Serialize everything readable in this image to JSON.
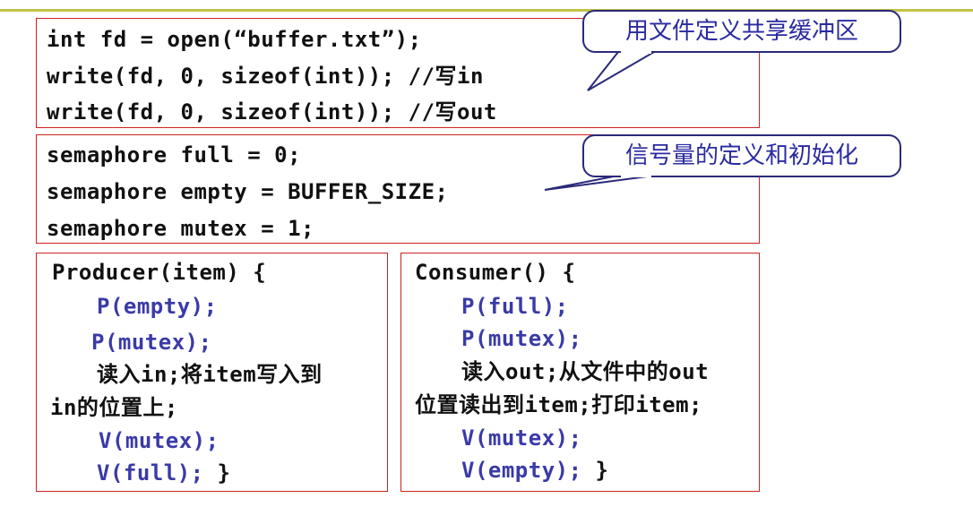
{
  "block1": {
    "lines": [
      "int fd = open(“buffer.txt”);",
      "write(fd, 0, sizeof(int)); //写in",
      "write(fd, 0, sizeof(int)); //写out"
    ]
  },
  "callout1": "用文件定义共享缓冲区",
  "block2": {
    "lines": [
      "semaphore full = 0;",
      "semaphore empty = BUFFER_SIZE;",
      "semaphore mutex = 1;"
    ]
  },
  "callout2": "信号量的定义和初始化",
  "producer": {
    "header": "Producer(item) {",
    "p_empty": "P(empty);",
    "p_mutex": "P(mutex);",
    "text1": "读入in;将item写入到",
    "text2": "in的位置上;",
    "v_mutex": "V(mutex);",
    "v_full": "V(full);",
    "close": " }"
  },
  "consumer": {
    "header": "Consumer() {",
    "p_full": "P(full);",
    "p_mutex": "P(mutex);",
    "text1": "读入out;从文件中的out",
    "text2": "位置读出到item;打印item;",
    "v_mutex": "V(mutex);",
    "v_empty": "V(empty);",
    "close": " }"
  },
  "colors": {
    "border": "#cc2222",
    "keyword_blue": "#3a3aa8",
    "callout": "#2a2aa0",
    "topbar": "#c2c24a"
  }
}
